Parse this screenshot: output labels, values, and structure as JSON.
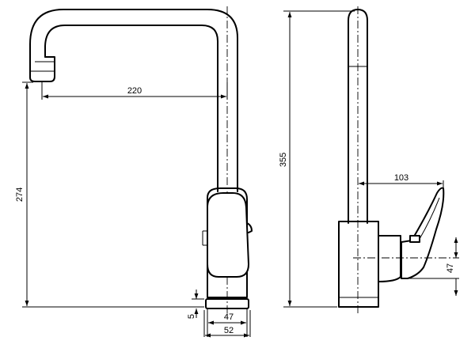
{
  "front_view": {
    "dimensions": {
      "spout_reach": "220",
      "spout_height": "274",
      "base_thickness": "5",
      "base_width_inner": "47",
      "base_width_outer": "52"
    }
  },
  "side_view": {
    "dimensions": {
      "overall_height": "355",
      "handle_reach": "103",
      "handle_height": "47"
    }
  }
}
